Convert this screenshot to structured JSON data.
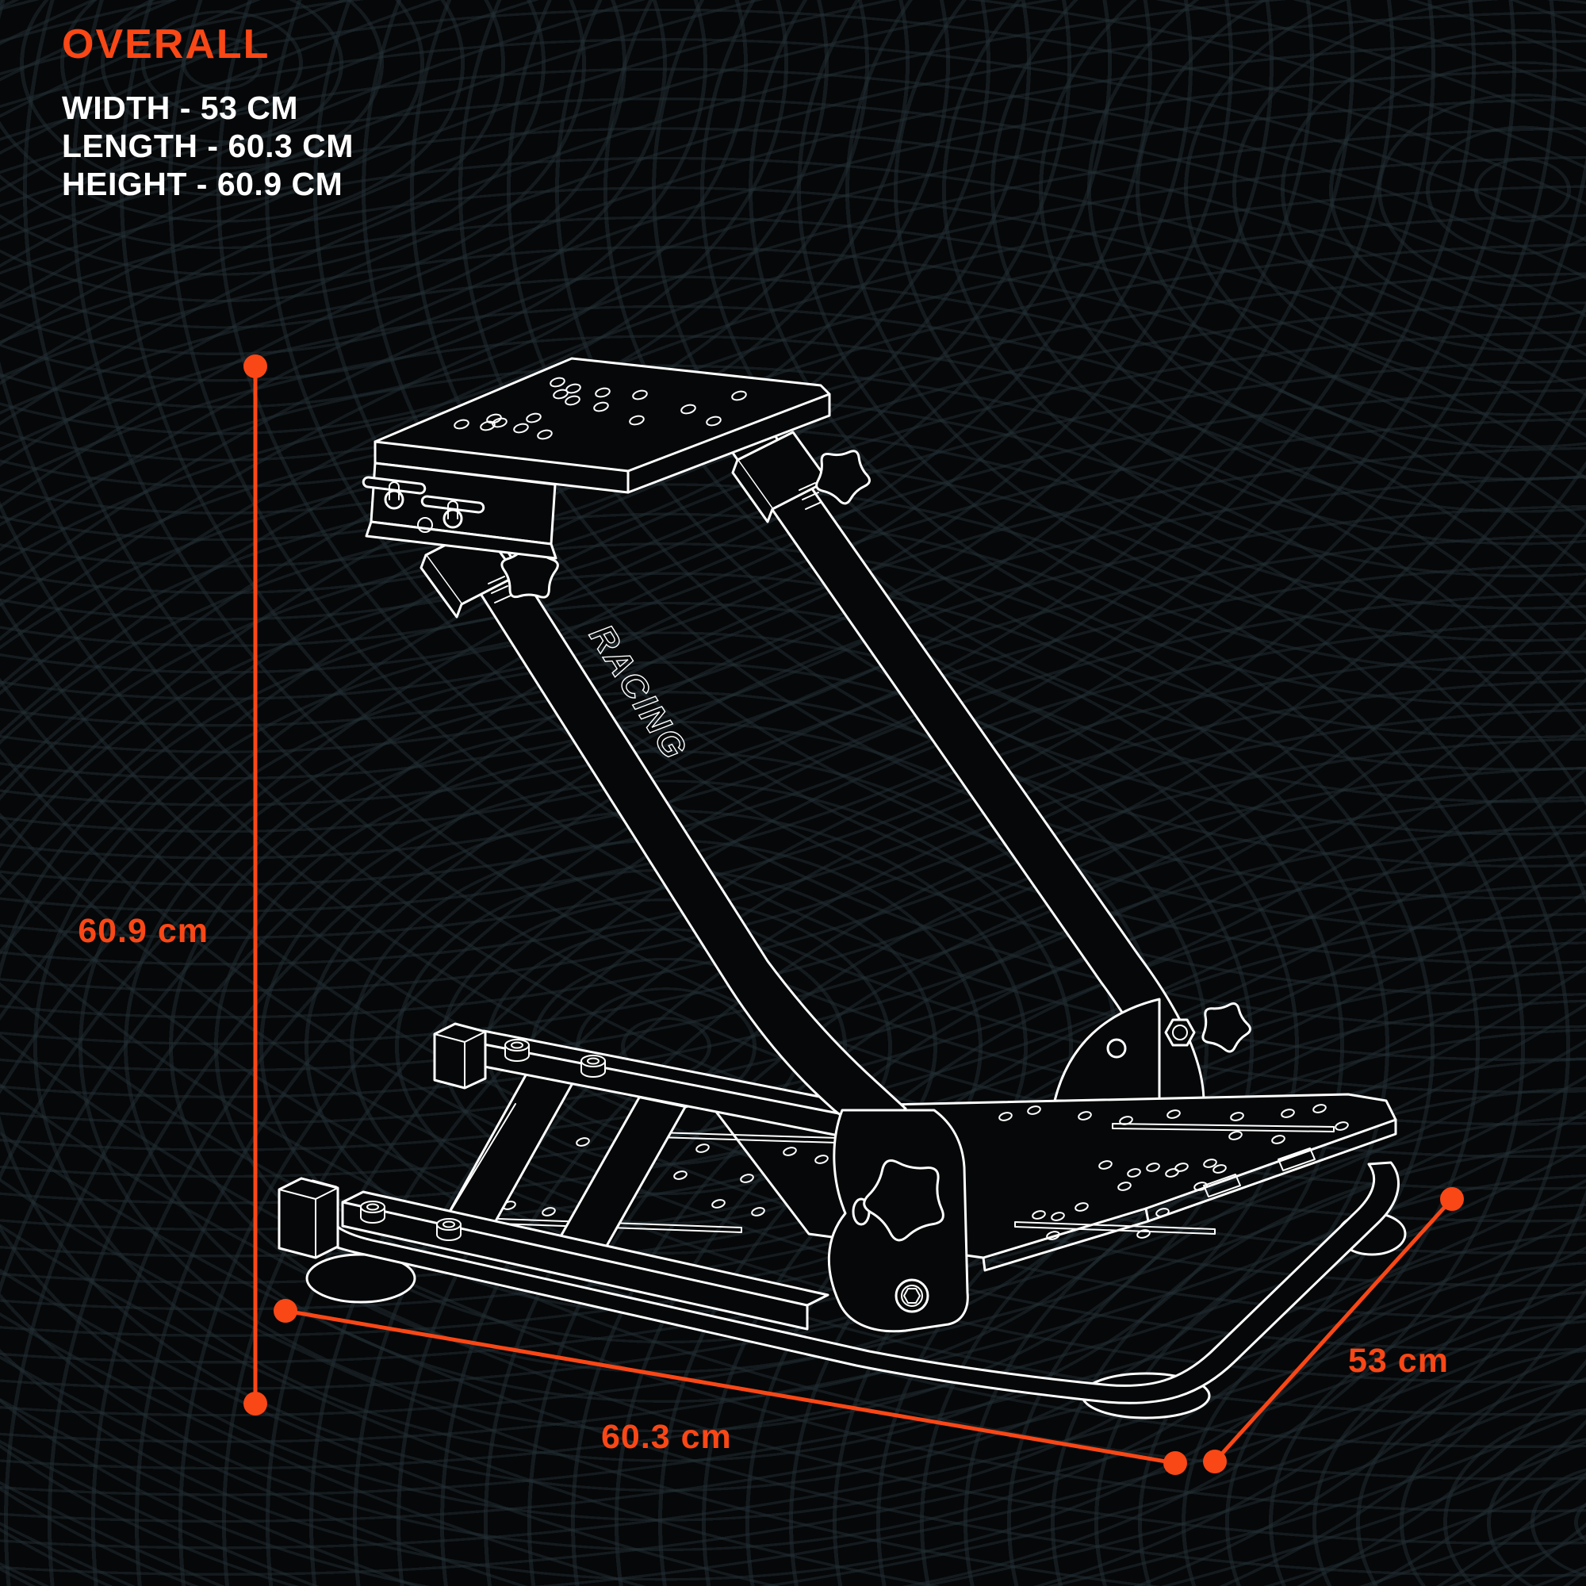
{
  "colors": {
    "background": "#050708",
    "accent": "#F94716",
    "line": "#FFFFFF"
  },
  "overall": {
    "title": "OVERALL",
    "specs": [
      "WIDTH - 53 CM",
      "LENGTH - 60.3 CM",
      "HEIGHT - 60.9 CM"
    ]
  },
  "dimension_labels": {
    "height": "60.9 cm",
    "length": "60.3 cm",
    "width": "53 cm"
  },
  "product": {
    "logo_text": "RACING"
  }
}
